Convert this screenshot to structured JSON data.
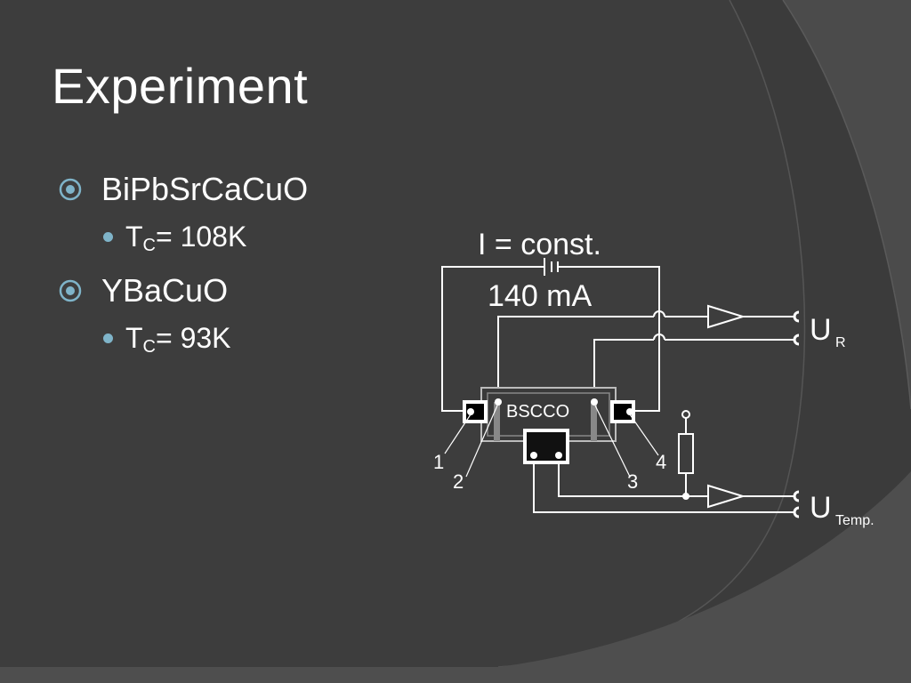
{
  "slide": {
    "title": "Experiment",
    "accent_color": "#7fb4c9",
    "items": [
      {
        "label": "BiPbSrCaCuO",
        "sub": {
          "prefix": "T",
          "subscript": "C",
          "value": " = 108K"
        }
      },
      {
        "label": "YBaCuO",
        "sub": {
          "prefix": "T",
          "subscript": "C",
          "value": " = 93K"
        }
      }
    ]
  },
  "circuit": {
    "current_label": "I = const.",
    "current_value": "140 mA",
    "sample_label": "BSCCO",
    "contacts": [
      "1",
      "2",
      "3",
      "4"
    ],
    "output_r": {
      "main": "U",
      "sub": "R"
    },
    "output_temp": {
      "main": "U",
      "sub": "Temp."
    }
  }
}
